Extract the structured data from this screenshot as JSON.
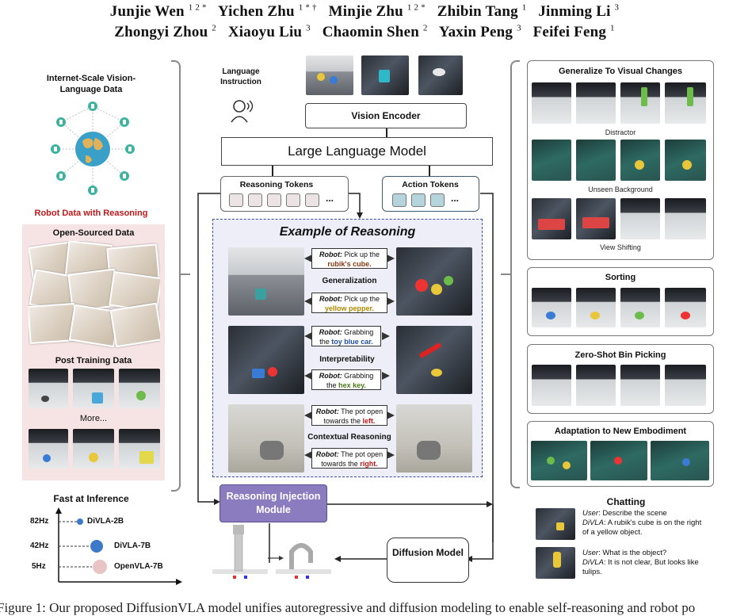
{
  "authors": {
    "line1": [
      {
        "name": "Junjie Wen",
        "sup": "1 2 *"
      },
      {
        "name": "Yichen Zhu",
        "sup": "1 * †"
      },
      {
        "name": "Minjie Zhu",
        "sup": "1 2 *"
      },
      {
        "name": "Zhibin Tang",
        "sup": "1"
      },
      {
        "name": "Jinming Li",
        "sup": "3"
      }
    ],
    "line2": [
      {
        "name": "Zhongyi Zhou",
        "sup": "2"
      },
      {
        "name": "Xiaoyu Liu",
        "sup": "3"
      },
      {
        "name": "Chaomin Shen",
        "sup": "2"
      },
      {
        "name": "Yaxin Peng",
        "sup": "3"
      },
      {
        "name": "Feifei Feng",
        "sup": "1"
      }
    ]
  },
  "left": {
    "internet_title": "Internet-Scale Vision-Language Data",
    "robot_reasoning_title": "Robot Data with Reasoning",
    "open_sourced": "Open-Sourced Data",
    "post_training": "Post Training Data",
    "more": "More...",
    "fast_title": "Fast at Inference",
    "speed_rows": [
      {
        "hz": "82Hz",
        "label": "DiVLA-2B"
      },
      {
        "hz": "42Hz",
        "label": "DiVLA-7B"
      },
      {
        "hz": "5Hz",
        "label": "OpenVLA-7B"
      }
    ]
  },
  "center": {
    "language_instruction": "Language Instruction",
    "vision_encoder": "Vision Encoder",
    "llm": "Large Language Model",
    "reasoning_tokens": "Reasoning Tokens",
    "action_tokens": "Action Tokens",
    "ellipsis": "...",
    "example_title": "Example of Reasoning",
    "examples": [
      {
        "heading": "Generalization",
        "top": {
          "who": "Robot:",
          "pre": "Pick up the",
          "hl": "rubik's cube.",
          "hl_color": "#8b3a10"
        },
        "bottom": {
          "who": "Robot:",
          "pre": "Pick up the",
          "hl": "yellow pepper.",
          "hl_color": "#b08a00"
        }
      },
      {
        "heading": "Interpretability",
        "top": {
          "who": "Robot:",
          "pre": "Grabbing the",
          "hl": "toy blue car.",
          "hl_color": "#1f4fa0"
        },
        "bottom": {
          "who": "Robot:",
          "pre": "Grabbing the",
          "hl": "hex key.",
          "hl_color": "#4a7a1a"
        }
      },
      {
        "heading": "Contextual Reasoning",
        "top": {
          "who": "Robot:",
          "pre": "The pot open towards the",
          "hl": "left.",
          "hl_color": "#c01818"
        },
        "bottom": {
          "who": "Robot:",
          "pre": "The pot open towards the",
          "hl": "right.",
          "hl_color": "#c01818"
        }
      }
    ],
    "reasoning_injection": "Reasoning Injection Module",
    "diffusion_model": "Diffusion Model"
  },
  "right": {
    "generalize_title": "Generalize To Visual Changes",
    "captions": [
      "Distractor",
      "Unseen Background",
      "View Shifting"
    ],
    "sorting": "Sorting",
    "zero_shot": "Zero-Shot Bin Picking",
    "adaptation": "Adaptation to New Embodiment",
    "chatting": "Chatting",
    "chats": [
      {
        "user_label": "User",
        "user": "Describe the scene",
        "bot_label": "DiVLA",
        "bot": "A rubik's cube is on the right of a yellow object."
      },
      {
        "user_label": "User",
        "user": "What is the object?",
        "bot_label": "DiVLA",
        "bot": "It is not clear, But looks like tulips."
      }
    ]
  },
  "caption": "Figure 1: Our proposed DiffusionVLA model unifies autoregressive and diffusion modeling to enable self-reasoning and robot po",
  "colors": {
    "reasoning_red": "#c0191c",
    "inject_purple": "#8a7cbf",
    "panel_pink": "#f6e3e3",
    "example_bg": "#eeeef8",
    "token_blue": "#b6d4dc",
    "token_grey": "#ece4e4"
  }
}
